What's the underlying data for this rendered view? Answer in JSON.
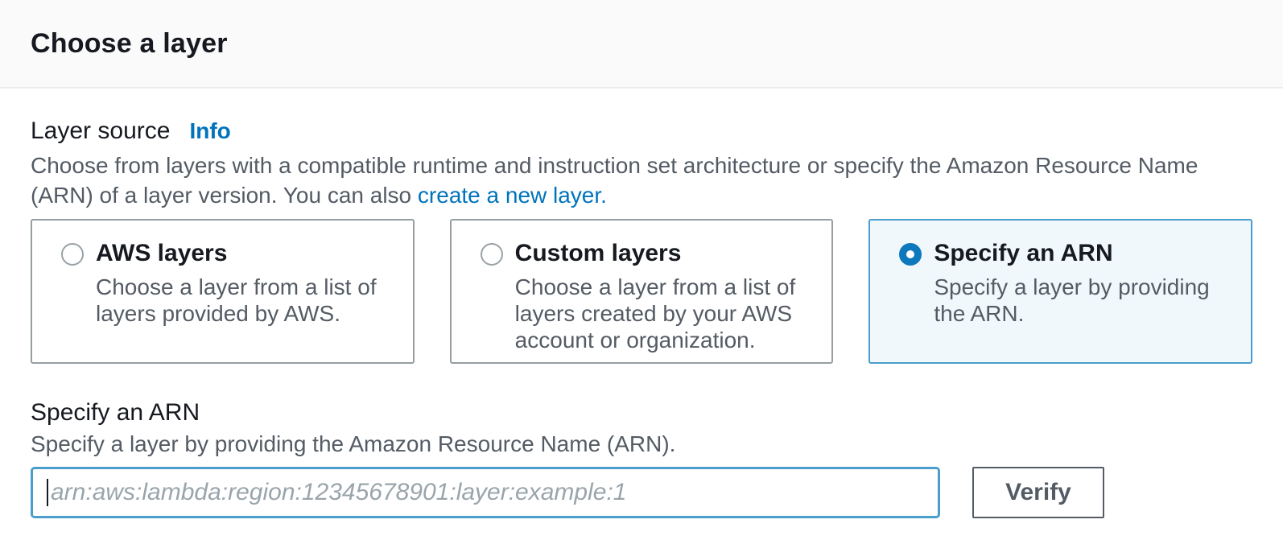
{
  "header": {
    "title": "Choose a layer"
  },
  "layer_source": {
    "label": "Layer source",
    "info_link_label": "Info",
    "description_before_link": "Choose from layers with a compatible runtime and instruction set architecture or specify the Amazon Resource Name (ARN) of a layer version. You can also ",
    "create_layer_link_label": "create a new layer."
  },
  "options": [
    {
      "title": "AWS layers",
      "description": "Choose a layer from a list of layers provided by AWS.",
      "selected": false
    },
    {
      "title": "Custom layers",
      "description": "Choose a layer from a list of layers created by your AWS account or organization.",
      "selected": false
    },
    {
      "title": "Specify an ARN",
      "description": "Specify a layer by providing the ARN.",
      "selected": true
    }
  ],
  "arn_section": {
    "label": "Specify an ARN",
    "description": "Specify a layer by providing the Amazon Resource Name (ARN).",
    "input_value": "",
    "input_placeholder": "arn:aws:lambda:region:12345678901:layer:example:1",
    "verify_button_label": "Verify"
  },
  "colors": {
    "link_blue": "#0073bb",
    "selected_tile_border": "#4a9dcc",
    "selected_tile_background": "#f1f8fc",
    "radio_selected_fill": "#0e78bc",
    "input_focus_border": "#4a9dcc",
    "header_background": "#fafafa",
    "divider": "#eaeded",
    "secondary_text": "#545b64"
  }
}
